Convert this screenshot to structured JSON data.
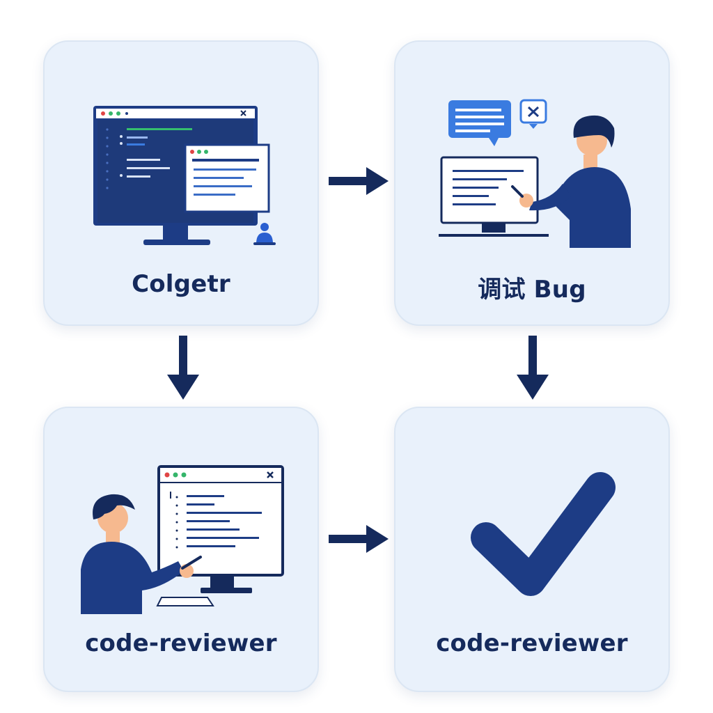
{
  "steps": [
    {
      "label": "Colgetr",
      "icon": "code-editor-monitor-icon"
    },
    {
      "label": "调试 Bug",
      "icon": "developer-debugging-icon"
    },
    {
      "label": "code-reviewer",
      "icon": "developer-reviewing-code-icon"
    },
    {
      "label": "code-reviewer",
      "icon": "checkmark-icon"
    }
  ],
  "colors": {
    "navy": "#1d3c85",
    "dark_navy": "#152a5c",
    "card_bg": "#e9f1fb",
    "accent_blue": "#3a7be0",
    "green": "#35b56a",
    "skin": "#f6b98f"
  }
}
